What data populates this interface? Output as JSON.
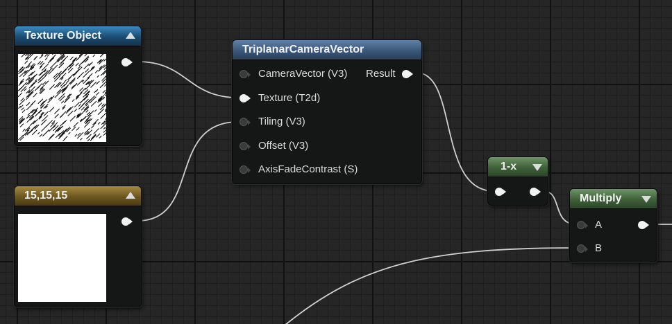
{
  "colors": {
    "canvas_bg": "#262626",
    "wire": "#d0d0d0",
    "texture_header": "#1b4c70",
    "constant_header": "#6b5620",
    "function_header": "#3b5779",
    "math_header": "#3e6038"
  },
  "nodes": {
    "texture_object": {
      "title": "Texture Object",
      "preview": "noise-texture-thumbnail",
      "outputs": [
        {
          "connected": true
        }
      ]
    },
    "constant": {
      "title": "15,15,15",
      "preview_color": "#ffffff",
      "outputs": [
        {
          "connected": true
        }
      ]
    },
    "triplanar": {
      "title": "TriplanarCameraVector",
      "inputs": [
        {
          "label": "CameraVector (V3)",
          "connected": false
        },
        {
          "label": "Texture (T2d)",
          "connected": true
        },
        {
          "label": "Tiling (V3)",
          "connected": true
        },
        {
          "label": "Offset (V3)",
          "connected": false
        },
        {
          "label": "AxisFadeContrast (S)",
          "connected": false
        }
      ],
      "output": {
        "label": "Result",
        "connected": true
      }
    },
    "one_minus": {
      "title": "1-x",
      "input_connected": true,
      "output_connected": true
    },
    "multiply": {
      "title": "Multiply",
      "inputs": [
        {
          "label": "A",
          "connected": true
        },
        {
          "label": "B",
          "connected": true
        }
      ],
      "output_connected": true
    }
  }
}
